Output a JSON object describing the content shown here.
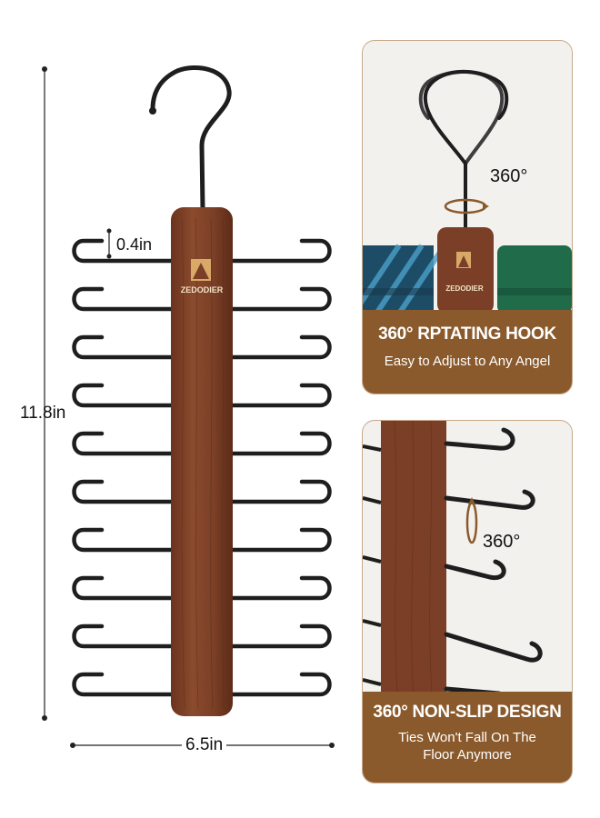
{
  "dimensions": {
    "height": "11.8in",
    "width": "6.5in",
    "hook_spacing": "0.4in"
  },
  "brand": "ZEDODIER",
  "panels": [
    {
      "rotation_label": "360°",
      "title": "360° RPTATING HOOK",
      "subtitle": "Easy to Adjust to Any Angel"
    },
    {
      "rotation_label": "360°",
      "title": "360° NON-SLIP DESIGN",
      "subtitle_line1": "Ties Won't Fall On The",
      "subtitle_line2": "Floor Anymore"
    }
  ],
  "colors": {
    "wood": "#7a3f26",
    "metal": "#1e1e1e",
    "caption": "#8a5a2c",
    "panel_bg": "#f3f1ee"
  }
}
